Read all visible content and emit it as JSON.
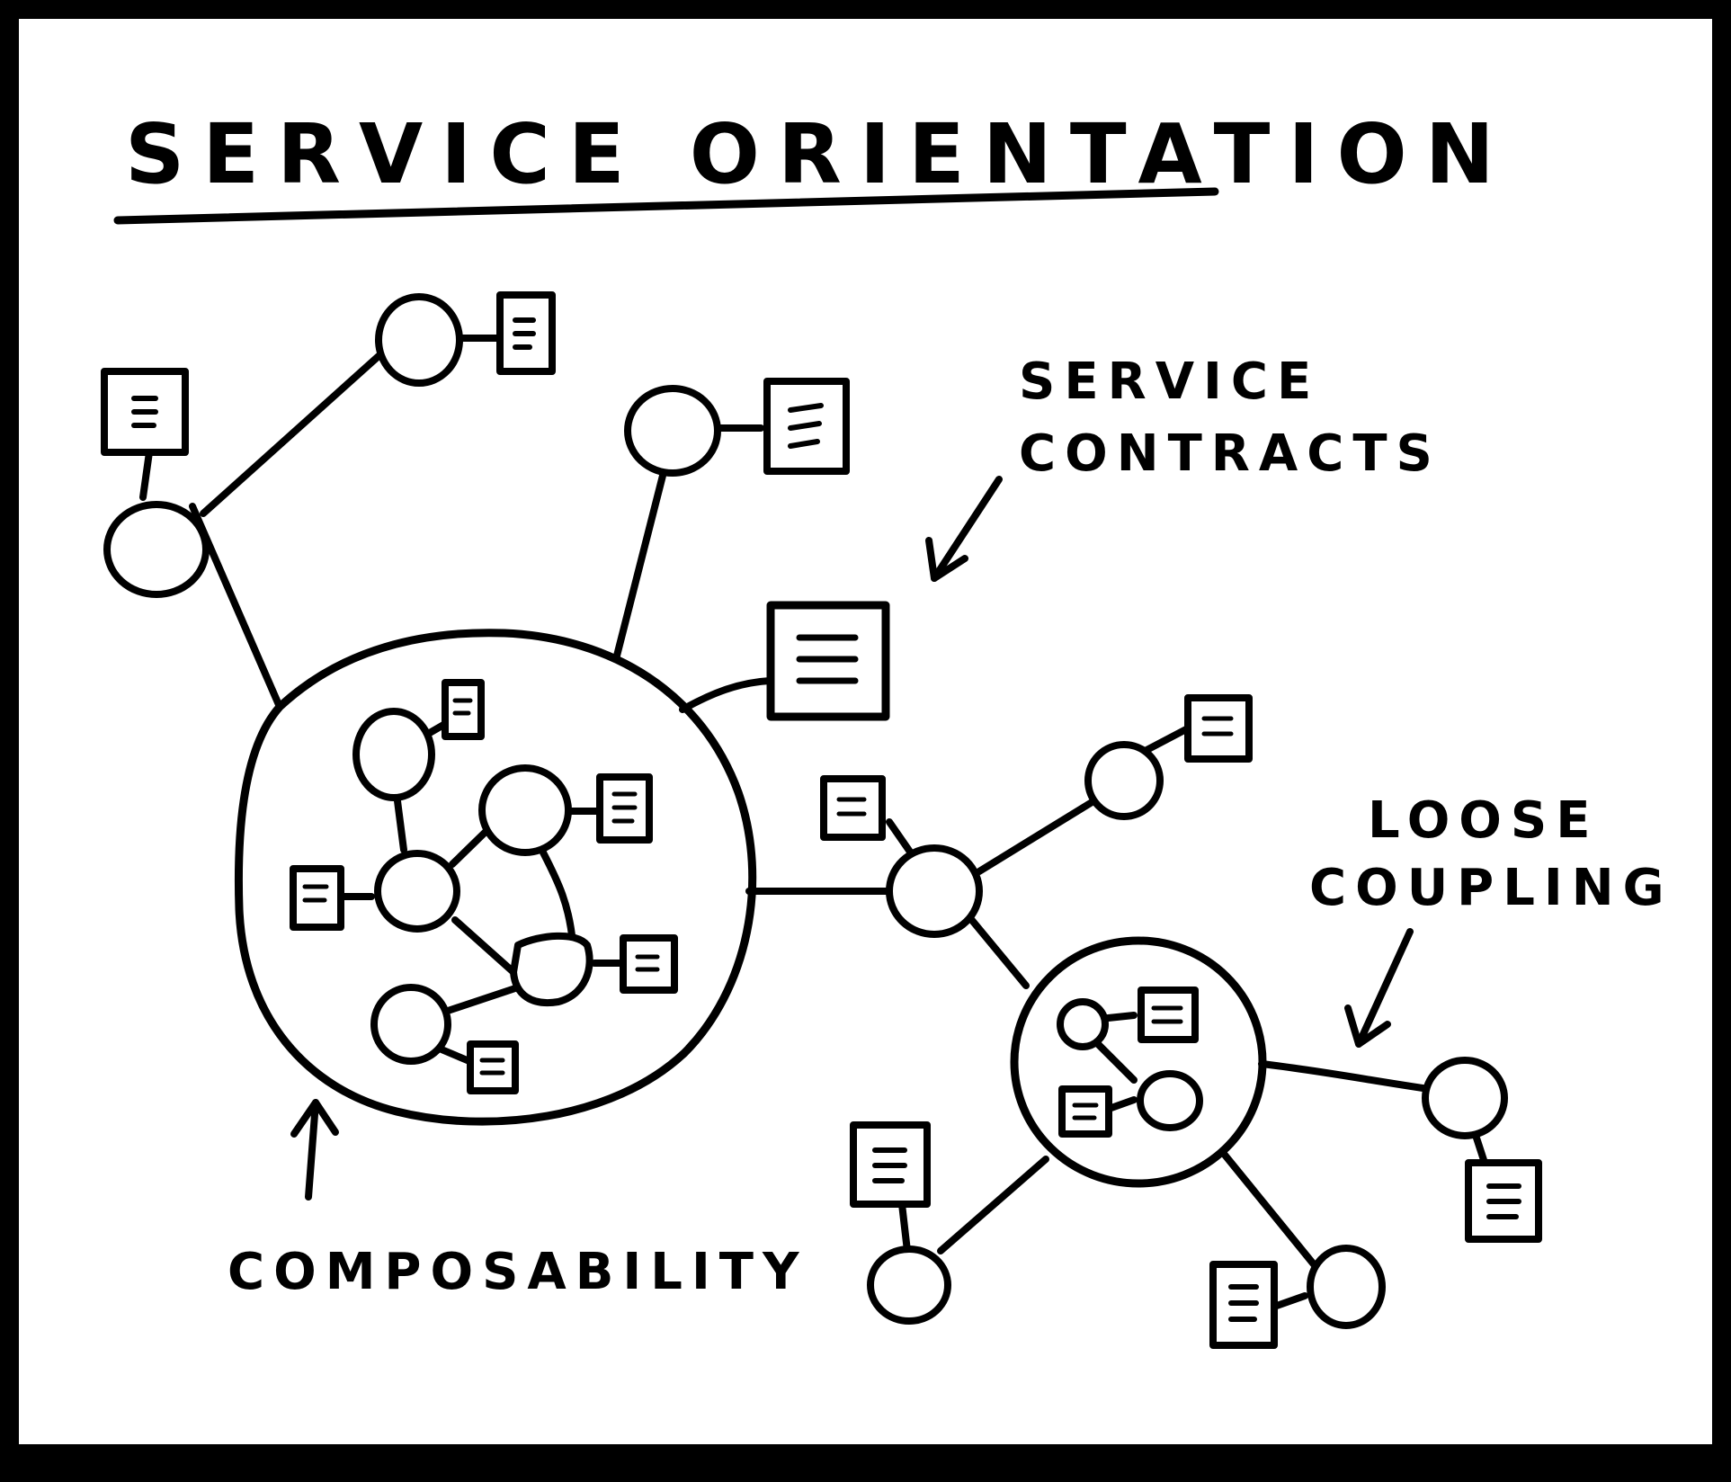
{
  "title": "SERVICE ORIENTATION",
  "labels": {
    "service_contracts_line1": "SERVICE",
    "service_contracts_line2": "CONTRACTS",
    "loose_coupling_line1": "LOOSE",
    "loose_coupling_line2": "COUPLING",
    "composability": "COMPOSABILITY"
  },
  "colors": {
    "ink": "#000000",
    "paper": "#ffffff"
  }
}
